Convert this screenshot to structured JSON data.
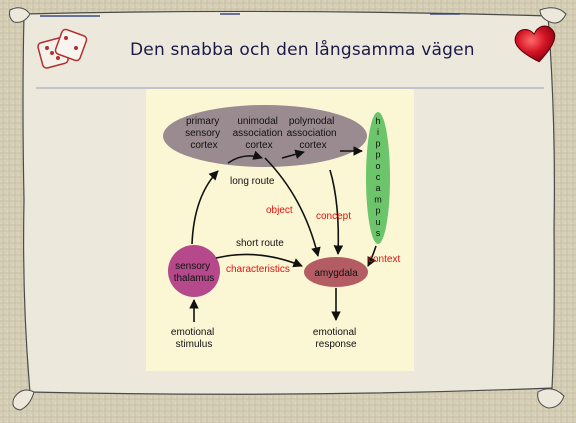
{
  "slide": {
    "title": "Den snabba och den långsamma vägen"
  },
  "diagram": {
    "cortex_labels": [
      [
        "primary",
        "sensory",
        "cortex"
      ],
      [
        "unimodal",
        "association",
        "cortex"
      ],
      [
        "polymodal",
        "association",
        "cortex"
      ]
    ],
    "hippocampus_letters": [
      "h",
      "i",
      "p",
      "p",
      "o",
      "c",
      "a",
      "m",
      "p",
      "u",
      "s"
    ],
    "thalamus_label": [
      "sensory",
      "thalamus"
    ],
    "amygdala_label": "amygdala",
    "long_route_label": "long route",
    "short_route_label": "short route",
    "object_label": "object",
    "concept_label": "concept",
    "context_label": "context",
    "characteristics_label": "characteristics",
    "stimulus_label": [
      "emotional",
      "stimulus"
    ],
    "response_label": [
      "emotional",
      "response"
    ]
  },
  "colors": {
    "page_bg": "#d8d2bf",
    "parchment": "#ece8dc",
    "title": "#1a1a4a",
    "panel": "#fbf6d4",
    "cortex_fill": "#9a8b91",
    "hippocampus_fill": "#6cc56b",
    "thalamus_fill": "#b5498c",
    "amygdala_fill": "#b45c63",
    "red_label": "#e0120e",
    "heart": "#c8101e"
  },
  "icons": [
    "dice-icon",
    "heart-icon"
  ]
}
